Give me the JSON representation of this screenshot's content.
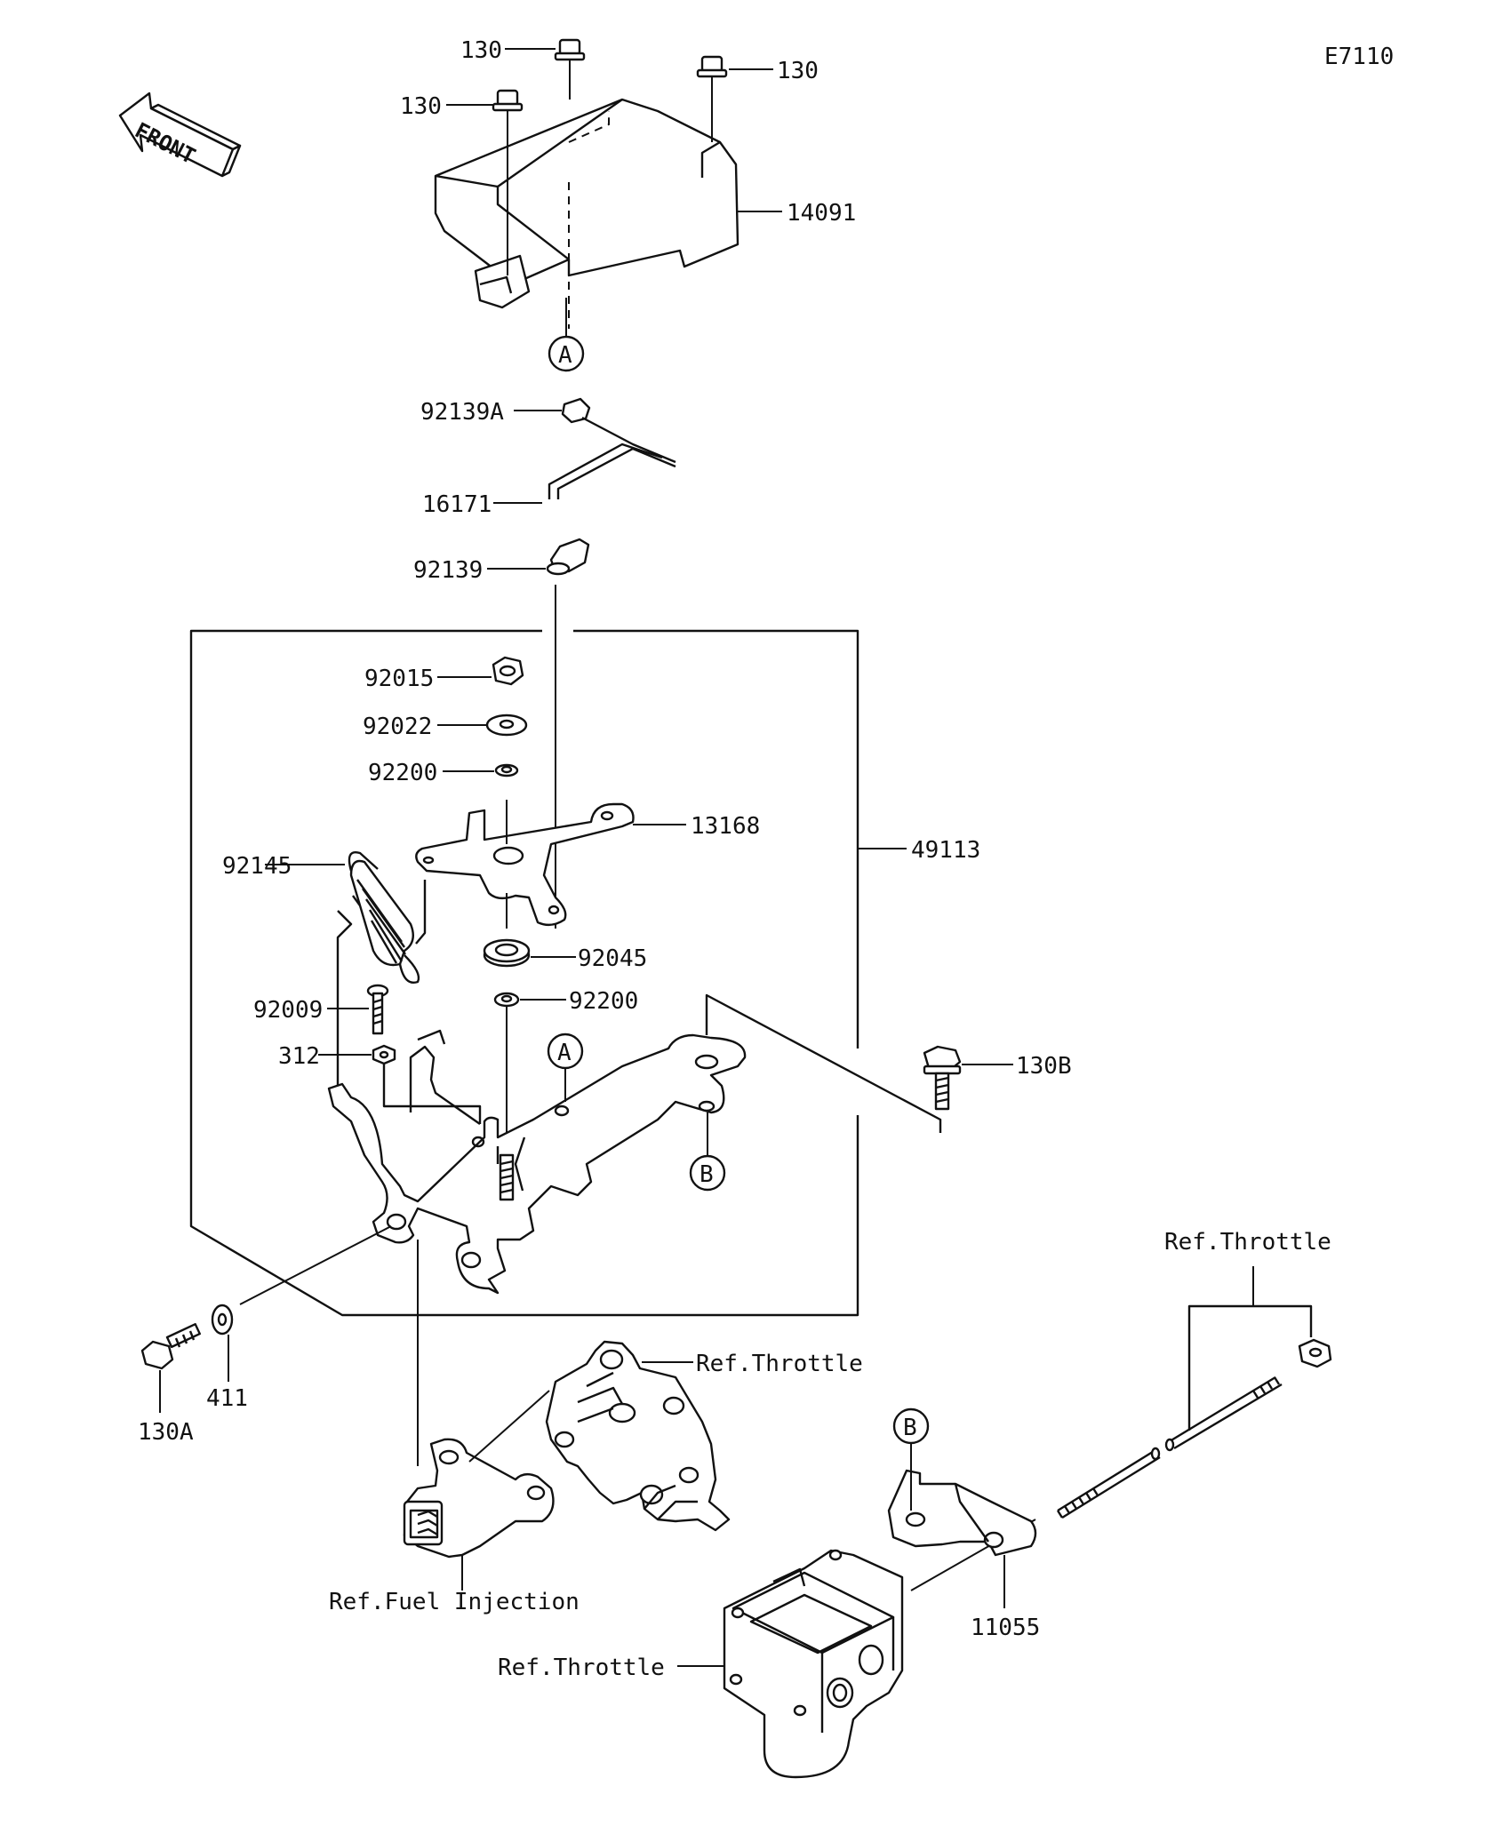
{
  "diagram_code": "E7110",
  "front_label": "FRONT",
  "callouts": {
    "a_top": "A",
    "a_mid": "A",
    "b_mid": "B",
    "b_low": "B"
  },
  "labels": {
    "p130_a": "130",
    "p130_b": "130",
    "p130_c": "130",
    "p14091": "14091",
    "p92139a": "92139A",
    "p16171": "16171",
    "p92139": "92139",
    "p92015": "92015",
    "p92022": "92022",
    "p92200_a": "92200",
    "p13168": "13168",
    "p49113": "49113",
    "p92145": "92145",
    "p92045": "92045",
    "p92200_b": "92200",
    "p92009": "92009",
    "p312": "312",
    "p130B": "130B",
    "p411": "411",
    "p130A": "130A",
    "ref_throttle_1": "Ref.Throttle",
    "ref_throttle_2": "Ref.Throttle",
    "ref_throttle_3": "Ref.Throttle",
    "ref_fuel_injection": "Ref.Fuel Injection",
    "p11055": "11055"
  }
}
